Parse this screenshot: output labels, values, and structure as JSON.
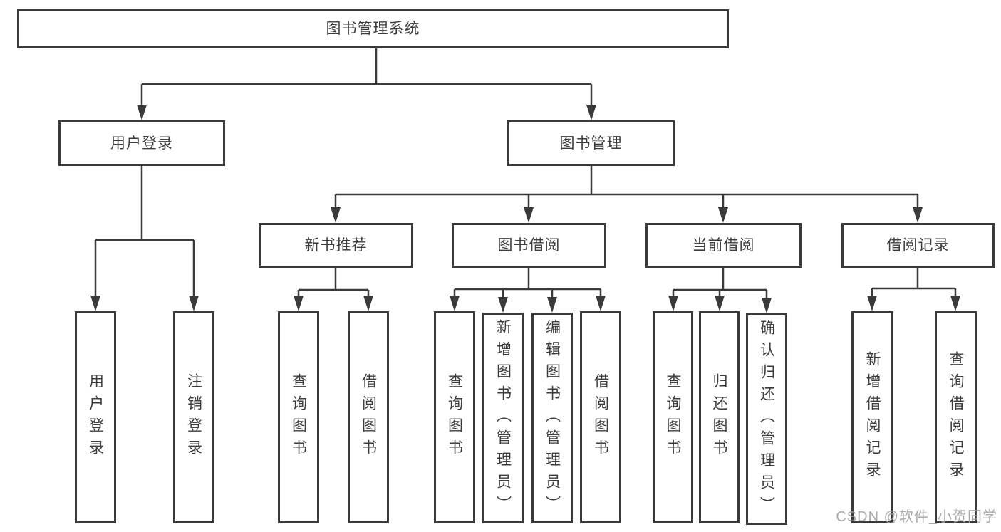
{
  "diagram": {
    "root": {
      "label": "图书管理系统"
    },
    "level2": {
      "user_login": {
        "label": "用户登录"
      },
      "book_mgmt": {
        "label": "图书管理"
      }
    },
    "level3": {
      "new_book_rec": {
        "label": "新书推荐"
      },
      "book_borrow": {
        "label": "图书借阅"
      },
      "current_borrow": {
        "label": "当前借阅"
      },
      "borrow_records": {
        "label": "借阅记录"
      }
    },
    "leaves": {
      "user_login": "用户登录",
      "logout": "注销登录",
      "nbr_query_books": "查询图书",
      "nbr_borrow_books": "借阅图书",
      "bb_query_books": "查询图书",
      "bb_add_books": "新增图书（管理员）",
      "bb_edit_books": "编辑图书（管理员）",
      "bb_borrow_books": "借阅图书",
      "cb_query_books": "查询图书",
      "cb_return_books": "归还图书",
      "cb_confirm_return": "确认归还（管理员）",
      "br_add_record": "新增借阅记录",
      "br_query_record": "查询借阅记录"
    }
  },
  "watermark": {
    "text": "CSDN @软件_小贺同学"
  },
  "colors": {
    "line": "#3a3a3a",
    "border": "#3a3a3a",
    "text": "#3d3d3d",
    "watermark": "#a3a3a3",
    "background": "#ffffff"
  }
}
